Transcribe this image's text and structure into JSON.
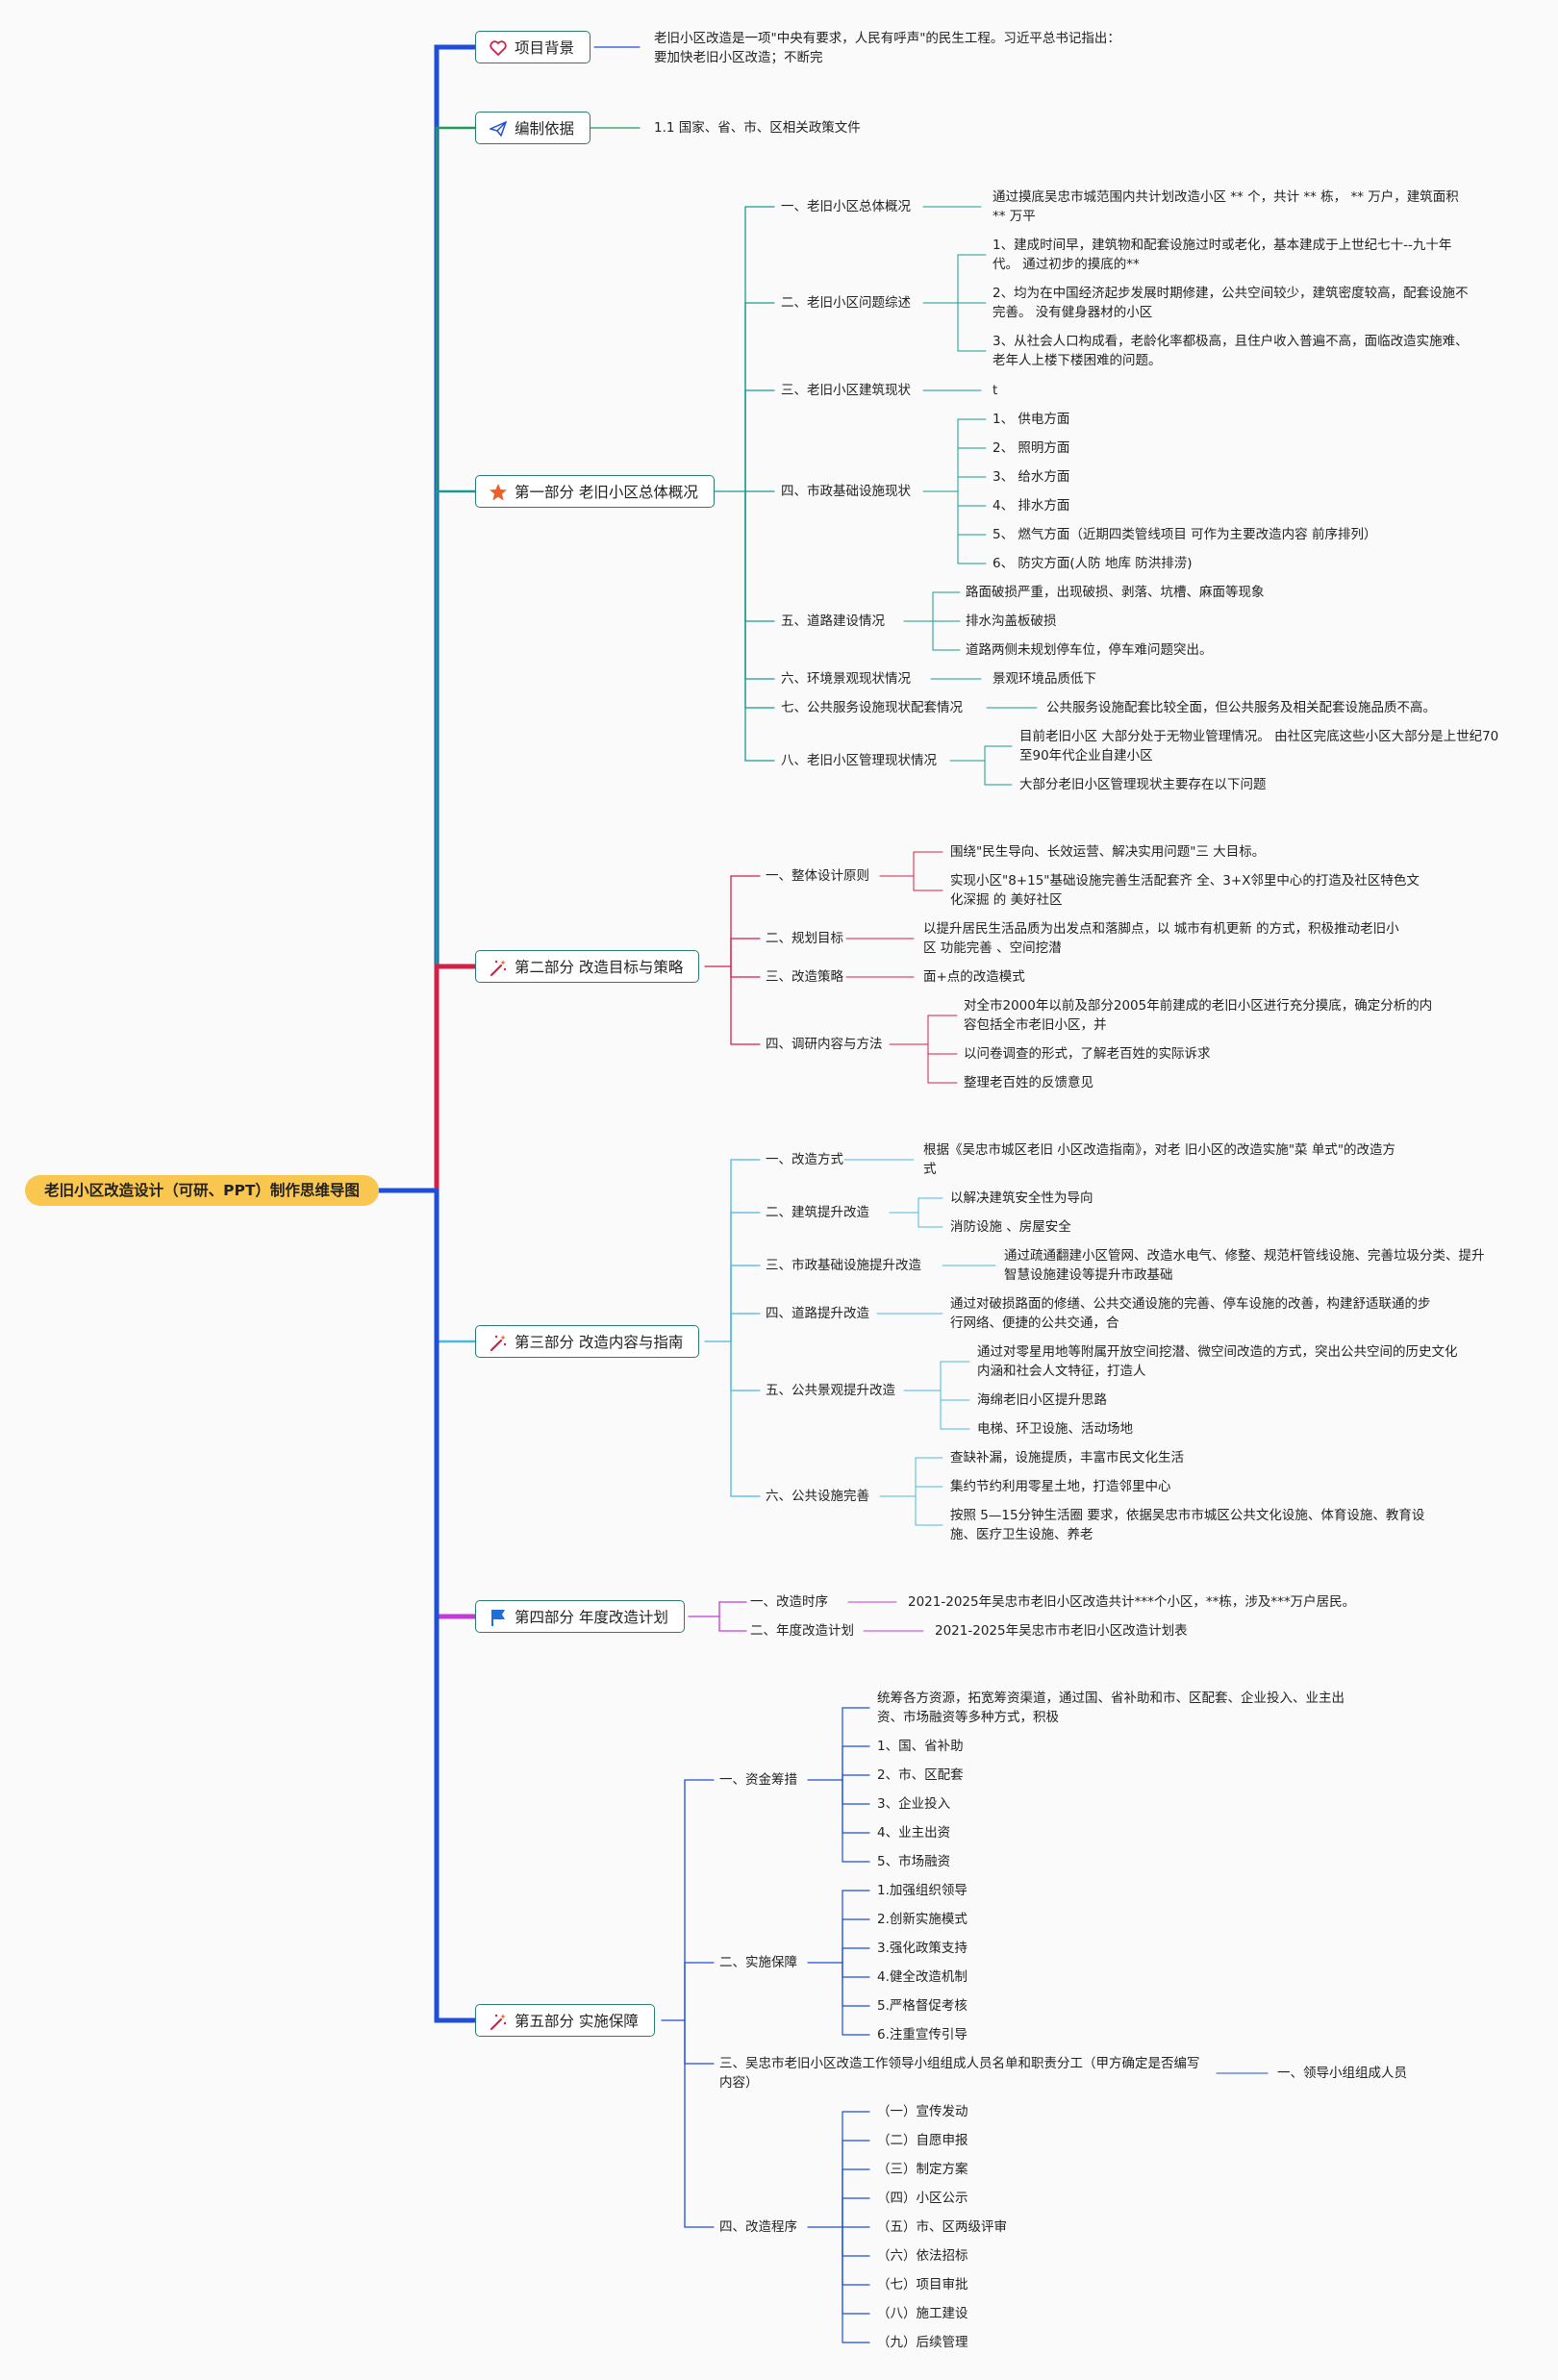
{
  "root": "老旧小区改造设计（可研、PPT）制作思维导图",
  "sections": {
    "bg": {
      "title": "项目背景",
      "text": "老旧小区改造是一项\"中央有要求，人民有呼声\"的民生工程。习近平总书记指出：要加快老旧小区改造；不断完"
    },
    "basis": {
      "title": "编制依据",
      "text": "1.1 国家、省、市、区相关政策文件"
    },
    "p1": {
      "title": "第一部分 老旧小区总体概况",
      "b1": {
        "label": "一、老旧小区总体概况",
        "l1": "通过摸底吴忠市城范围内共计划改造小区 ** 个，共计 ** 栋， ** 万户，建筑面积 ** 万平"
      },
      "b2": {
        "label": "二、老旧小区问题综述",
        "l1": "1、建成时间早，建筑物和配套设施过时或老化，基本建成于上世纪七十--九十年代。 通过初步的摸底的**",
        "l2": "2、均为在中国经济起步发展时期修建，公共空间较少，建筑密度较高，配套设施不完善。 没有健身器材的小区",
        "l3": "3、从社会人口构成看，老龄化率都极高，且住户收入普遍不高，面临改造实施难、老年人上楼下楼困难的问题。"
      },
      "b3": {
        "label": "三、老旧小区建筑现状",
        "l1": "t"
      },
      "b4": {
        "label": "四、市政基础设施现状",
        "l1": "1、 供电方面",
        "l2": "2、 照明方面",
        "l3": "3、 给水方面",
        "l4": "4、 排水方面",
        "l5": "5、 燃气方面（近期四类管线项目 可作为主要改造内容 前序排列）",
        "l6": "6、 防灾方面(人防 地库 防洪排涝)"
      },
      "b5": {
        "label": "五、道路建设情况",
        "l1": "路面破损严重，出现破损、剥落、坑槽、麻面等现象",
        "l2": "排水沟盖板破损",
        "l3": "道路两侧未规划停车位，停车难问题突出。"
      },
      "b6": {
        "label": "六、环境景观现状情况",
        "l1": "景观环境品质低下"
      },
      "b7": {
        "label": "七、公共服务设施现状配套情况",
        "l1": "公共服务设施配套比较全面，但公共服务及相关配套设施品质不高。"
      },
      "b8": {
        "label": "八、老旧小区管理现状情况",
        "l1": "目前老旧小区 大部分处于无物业管理情况。 由社区完底这些小区大部分是上世纪70至90年代企业自建小区",
        "l2": "大部分老旧小区管理现状主要存在以下问题"
      }
    },
    "p2": {
      "title": "第二部分 改造目标与策略",
      "b1": {
        "label": "一、整体设计原则",
        "l1": "围绕\"民生导向、长效运营、解决实用问题\"三 大目标。",
        "l2": "实现小区\"8+15\"基础设施完善生活配套齐 全、3+X邻里中心的打造及社区特色文化深掘 的 美好社区"
      },
      "b2": {
        "label": "二、规划目标",
        "l1": "以提升居民生活品质为出发点和落脚点，以 城市有机更新 的方式，积极推动老旧小区 功能完善 、空间挖潜"
      },
      "b3": {
        "label": "三、改造策略",
        "l1": "面+点的改造模式"
      },
      "b4": {
        "label": "四、调研内容与方法",
        "l1": "对全市2000年以前及部分2005年前建成的老旧小区进行充分摸底，确定分析的内容包括全市老旧小区，并",
        "l2": "以问卷调查的形式，了解老百姓的实际诉求",
        "l3": "整理老百姓的反馈意见"
      }
    },
    "p3": {
      "title": "第三部分 改造内容与指南",
      "b1": {
        "label": "一、改造方式",
        "l1": "根据《吴忠市城区老旧 小区改造指南》，对老 旧小区的改造实施\"菜 单式\"的改造方式"
      },
      "b2": {
        "label": "二、建筑提升改造",
        "l1": "以解决建筑安全性为导向",
        "l2": "消防设施 、房屋安全"
      },
      "b3": {
        "label": "三、市政基础设施提升改造",
        "l1": "通过疏通翻建小区管网、改造水电气、修整、规范杆管线设施、完善垃圾分类、提升智慧设施建设等提升市政基础"
      },
      "b4": {
        "label": "四、道路提升改造",
        "l1": "通过对破损路面的修缮、公共交通设施的完善、停车设施的改善，构建舒适联通的步行网络、便捷的公共交通，合"
      },
      "b5": {
        "label": "五、公共景观提升改造",
        "l1": "通过对零星用地等附属开放空间挖潜、微空间改造的方式，突出公共空间的历史文化内涵和社会人文特征，打造人",
        "l2": "海绵老旧小区提升思路",
        "l3": "电梯、环卫设施、活动场地"
      },
      "b6": {
        "label": "六、公共设施完善",
        "l1": "查缺补漏，设施提质，丰富市民文化生活",
        "l2": "集约节约利用零星土地，打造邻里中心",
        "l3": "按照 5—15分钟生活圈 要求，依据吴忠市市城区公共文化设施、体育设施、教育设施、医疗卫生设施、养老"
      }
    },
    "p4": {
      "title": "第四部分 年度改造计划",
      "b1": {
        "label": "一、改造时序",
        "l1": "2021-2025年吴忠市老旧小区改造共计***个小区，**栋，涉及***万户居民。"
      },
      "b2": {
        "label": "二、年度改造计划",
        "l1": "2021-2025年吴忠市市老旧小区改造计划表"
      }
    },
    "p5": {
      "title": "第五部分 实施保障",
      "b1": {
        "label": "一、资金筹措",
        "l1": "统筹各方资源，拓宽筹资渠道，通过国、省补助和市、区配套、企业投入、业主出资、市场融资等多种方式，积极",
        "l2": "1、国、省补助",
        "l3": "2、市、区配套",
        "l4": "3、企业投入",
        "l5": "4、业主出资",
        "l6": "5、市场融资"
      },
      "b2": {
        "label": "二、实施保障",
        "l1": "1.加强组织领导",
        "l2": "2.创新实施模式",
        "l3": "3.强化政策支持",
        "l4": "4.健全改造机制",
        "l5": "5.严格督促考核",
        "l6": "6.注重宣传引导"
      },
      "b3": {
        "label": "三、吴忠市老旧小区改造工作领导小组组成人员名单和职责分工（甲方确定是否编写内容）",
        "l1": "一、领导小组组成人员"
      },
      "b4": {
        "label": "四、改造程序",
        "l1": "（一）宣传发动",
        "l2": "（二）自愿申报",
        "l3": "（三）制定方案",
        "l4": "（四）小区公示",
        "l5": "（五）市、区两级评审",
        "l6": "（六）依法招标",
        "l7": "（七）项目审批",
        "l8": "（八）施工建设",
        "l9": "（九）后续管理"
      }
    }
  },
  "colors": {
    "root_fill": "#f9c74f",
    "bg": "#1f4fd8",
    "basis": "#1e9a5e",
    "p1": "#1b9a90",
    "p2": "#d51f47",
    "p3": "#49b8e0",
    "p4": "#c23bd6",
    "p5": "#1f4fd8",
    "sec_border": "#2a7d6e"
  },
  "icons": {
    "bg": "heart-icon",
    "basis": "paper-plane-icon",
    "p1": "star-icon",
    "p2": "magic-wand-icon",
    "p3": "magic-wand-icon",
    "p4": "flag-icon",
    "p5": "magic-wand-icon"
  }
}
